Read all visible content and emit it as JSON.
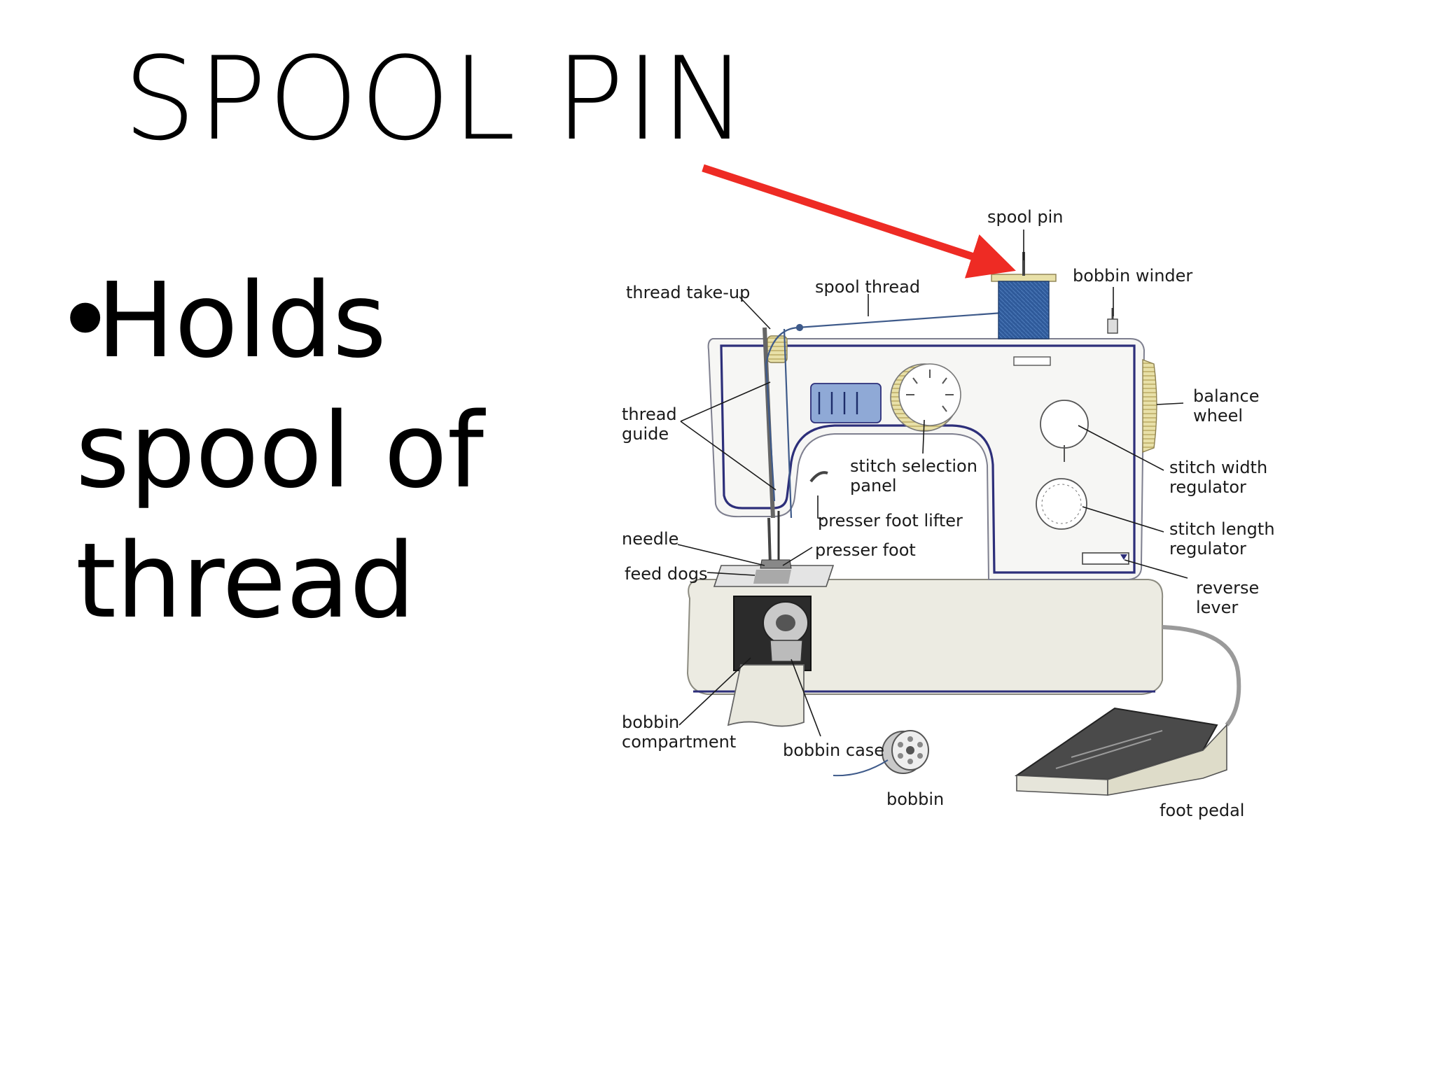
{
  "slide": {
    "title": "SPOOL PIN",
    "bullet_lines": [
      "Holds",
      "spool of",
      "thread"
    ],
    "bullet_glyph": "•"
  },
  "diagram": {
    "labels": {
      "spool_pin": "spool pin",
      "bobbin_winder": "bobbin winder",
      "thread_take_up": "thread take-up",
      "spool_thread": "spool thread",
      "thread_guide_1": "thread",
      "thread_guide_2": "guide",
      "balance_wheel_1": "balance",
      "balance_wheel_2": "wheel",
      "stitch_selection_1": "stitch selection",
      "stitch_selection_2": "panel",
      "stitch_width_1": "stitch width",
      "stitch_width_2": "regulator",
      "presser_foot_lifter": "presser foot lifter",
      "needle": "needle",
      "presser_foot": "presser foot",
      "stitch_length_1": "stitch length",
      "stitch_length_2": "regulator",
      "feed_dogs": "feed dogs",
      "reverse_lever_1": "reverse",
      "reverse_lever_2": "lever",
      "bobbin_compartment_1": "bobbin",
      "bobbin_compartment_2": "compartment",
      "bobbin_case": "bobbin case",
      "bobbin": "bobbin",
      "foot_pedal": "foot pedal"
    },
    "colors": {
      "arrow": "#ee2b24",
      "machine_outline": "#2d2f7a",
      "machine_body": "#f6f6f4",
      "base": "#ecebe2",
      "spool": "#2f5a9a",
      "wheel": "#e8e0a8"
    }
  }
}
